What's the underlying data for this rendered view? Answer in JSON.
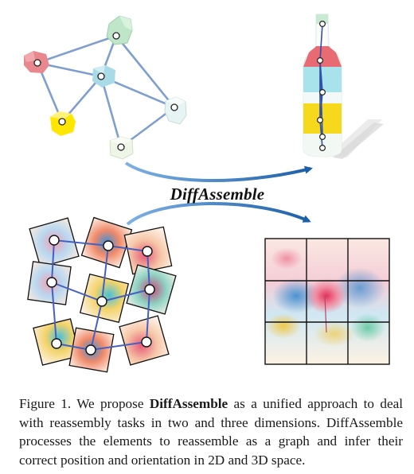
{
  "figure": {
    "method_name": "DiffAssemble",
    "colors": {
      "arrow": "#1c5fa8",
      "graph_edge": "#7f9fd0",
      "node_fill": "#ffffff",
      "node_stroke": "#222222",
      "piece_red": "#e8888e",
      "piece_green": "#bfe6c9",
      "piece_cyan": "#a9dbe6",
      "piece_yellow": "#ffe600",
      "bottle_red": "#e86a72",
      "bottle_cyan": "#a8e3ec",
      "bottle_yellow": "#f6d81c"
    },
    "icons": [
      "broken-3d-fragments",
      "reassembled-bottle",
      "scattered-2d-tiles",
      "assembled-3x3-image"
    ]
  },
  "caption": {
    "prefix": "Figure 1.  We propose ",
    "method": "DiffAssemble",
    "rest": " as a unified approach to deal with reassembly tasks in two and three dimensions. DiffAssemble processes the elements to reassemble as a graph and infer their correct position and orientation in 2D and 3D space."
  }
}
